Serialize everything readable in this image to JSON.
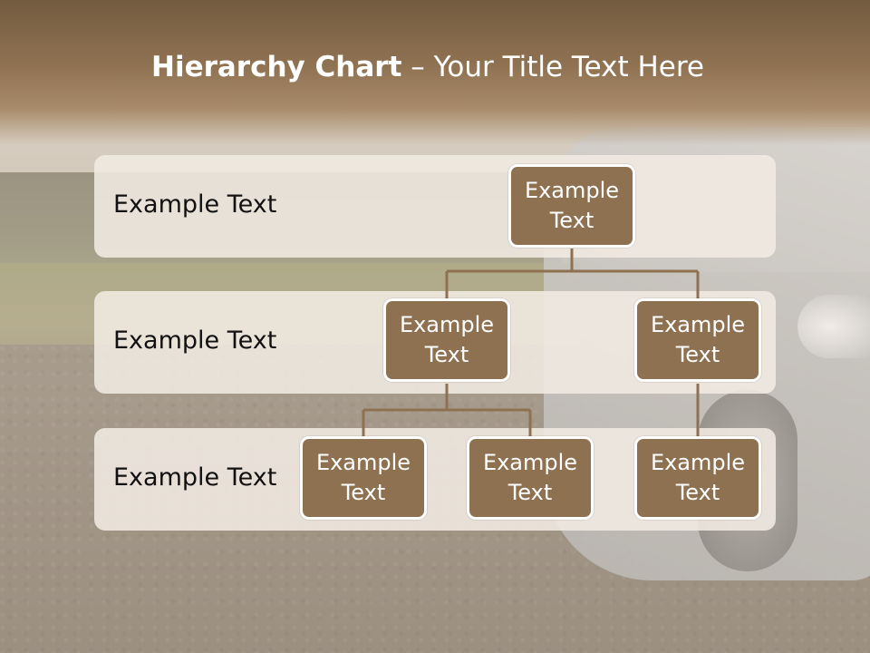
{
  "title": {
    "bold": "Hierarchy Chart",
    "rest": " – Your Title Text Here"
  },
  "levels": [
    {
      "label": "Example Text"
    },
    {
      "label": "Example Text"
    },
    {
      "label": "Example Text"
    }
  ],
  "nodes": {
    "root": "Example Text",
    "level2_left": "Example Text",
    "level2_right": "Example Text",
    "level3_left": "Example Text",
    "level3_middle": "Example Text",
    "level3_right": "Example Text"
  },
  "colors": {
    "node_fill": "#8e7150",
    "node_border": "#ffffff",
    "connector": "#8e7150",
    "band_fill": "#f1eae2",
    "title_text": "#ffffff"
  }
}
